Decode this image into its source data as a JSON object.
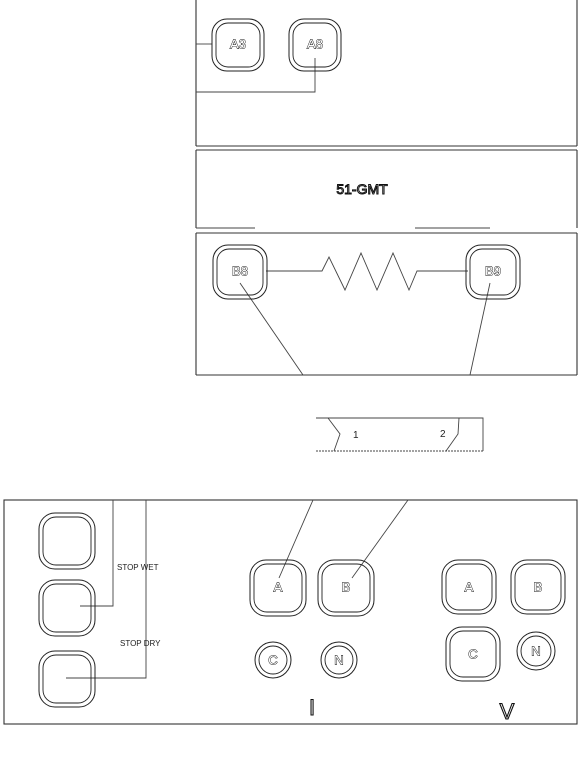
{
  "top_panel": {
    "terminals": [
      "A3",
      "A8"
    ]
  },
  "device_panel": {
    "label": "51-GMT"
  },
  "resistor_panel": {
    "terminals": [
      "B8",
      "B9"
    ]
  },
  "connector": {
    "pins": [
      "1",
      "2"
    ]
  },
  "bottom_panel": {
    "stop_wet": "STOP WET",
    "stop_dry": "STOP DRY",
    "current_group": {
      "terminals": [
        "A",
        "B",
        "C",
        "N"
      ],
      "label": "I"
    },
    "voltage_group": {
      "terminals": [
        "A",
        "B",
        "C",
        "N"
      ],
      "label": "V"
    }
  }
}
